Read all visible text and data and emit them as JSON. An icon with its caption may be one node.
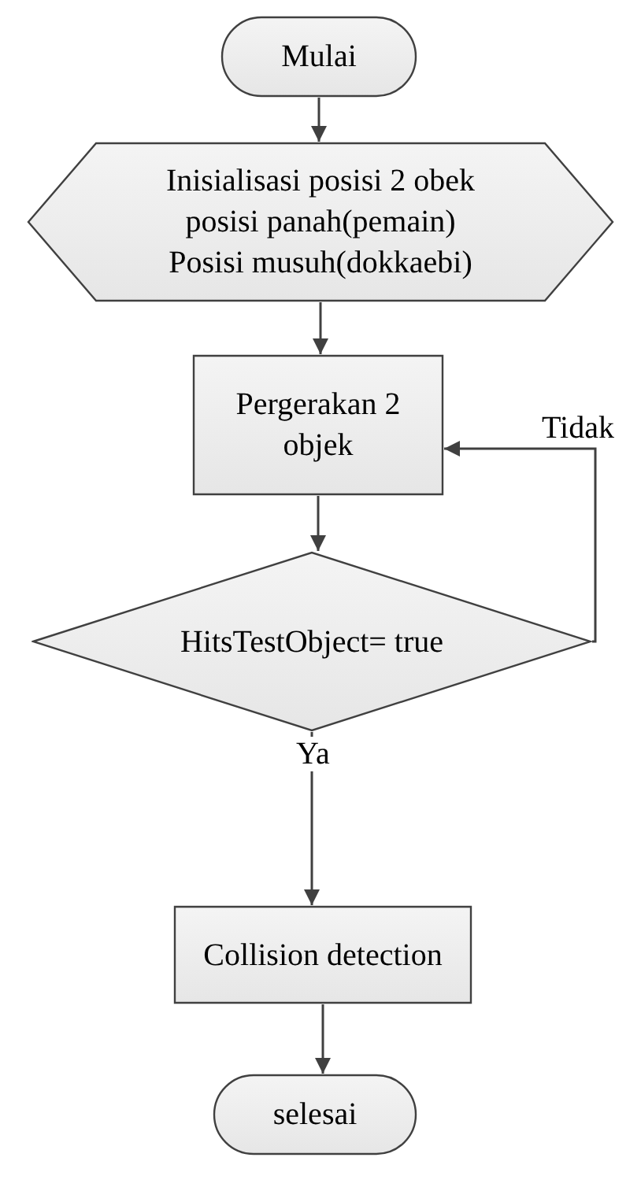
{
  "diagram": {
    "nodes": [
      {
        "text": [
          "Mulai"
        ]
      },
      {
        "text": [
          "Inisialisasi posisi 2 obek",
          "posisi panah(pemain)",
          "Posisi musuh(dokkaebi)"
        ]
      },
      {
        "text": [
          "Pergerakan 2 objek"
        ]
      },
      {
        "text": [
          "HitsTestObject= true"
        ]
      },
      {
        "text": [
          "Collision detection"
        ]
      },
      {
        "text": [
          "selesai"
        ]
      }
    ],
    "edges": [
      {
        "from": 0,
        "to": 1,
        "arrow": "to"
      },
      {
        "from": 1,
        "to": 2,
        "arrow": "to"
      },
      {
        "from": 2,
        "to": 3,
        "arrow": "to"
      },
      {
        "from": 3,
        "to": 2,
        "arrow": "to",
        "label": "Tidak"
      },
      {
        "from": 3,
        "to": 4,
        "arrow": "to",
        "label": "Ya"
      },
      {
        "from": 4,
        "to": 5,
        "arrow": "to"
      }
    ]
  }
}
